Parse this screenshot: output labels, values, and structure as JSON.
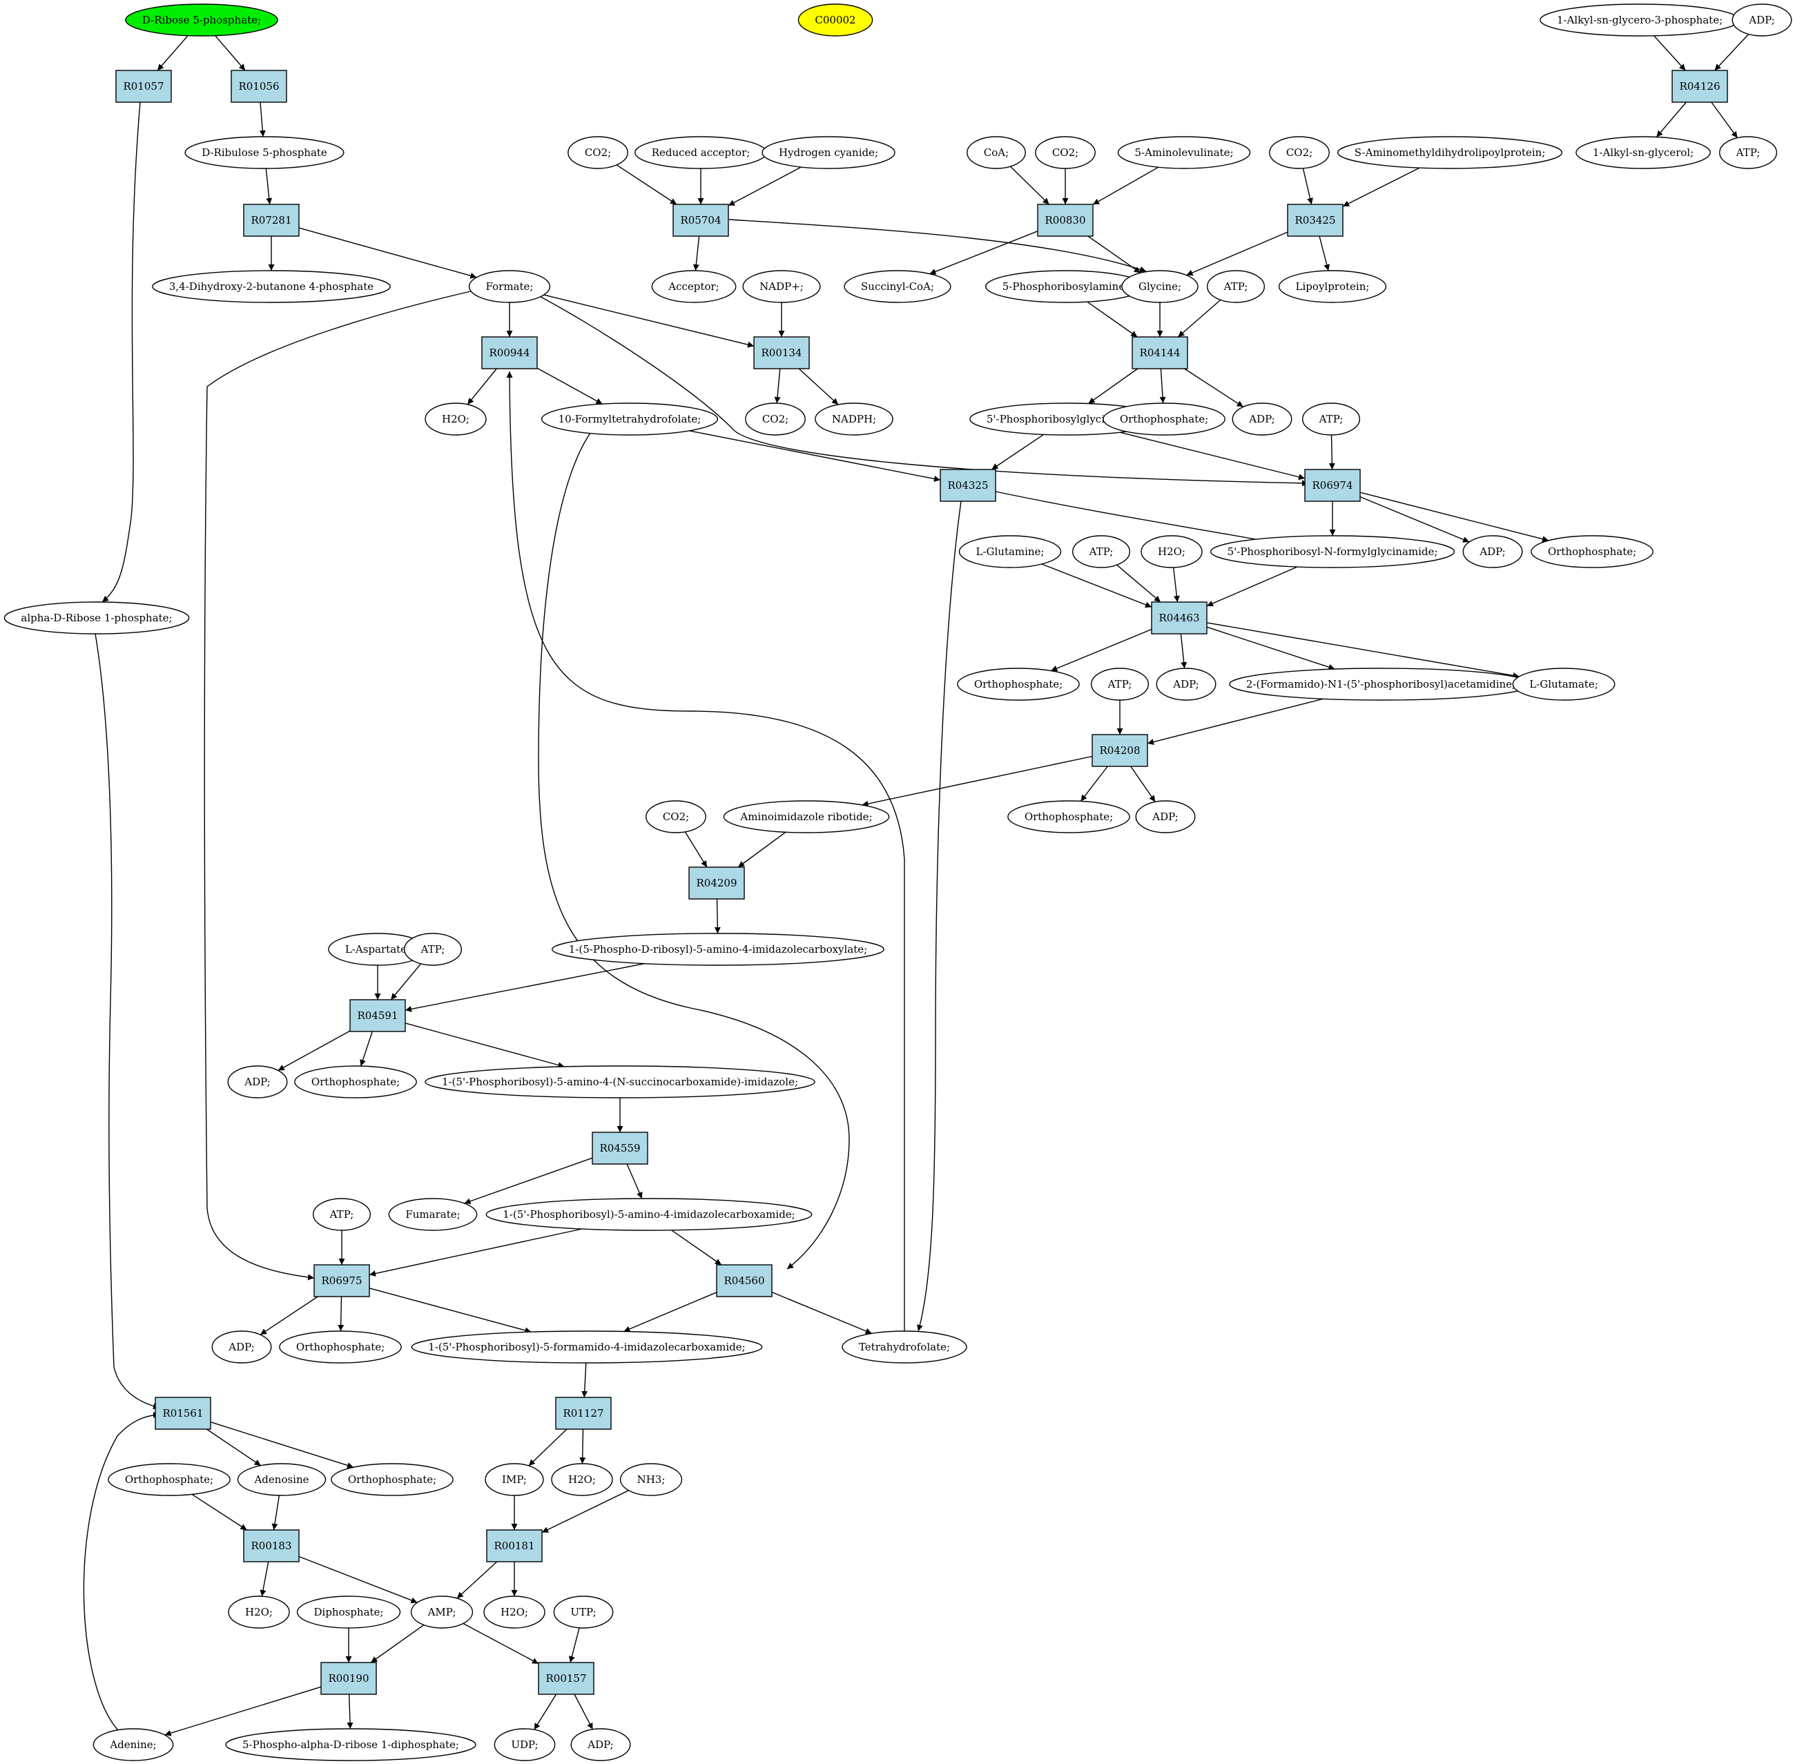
{
  "colors": {
    "highlight_green": "#00ee00",
    "highlight_yellow": "#ffff00",
    "reaction_fill": "#add8e6",
    "stroke": "#000000",
    "compound_fill": "#ffffff"
  },
  "nodes": [
    {
      "id": "c_rib5p",
      "label": "D-Ribose 5-phosphate;",
      "kind": "compound",
      "fill": "highlight_green"
    },
    {
      "id": "c_c00002",
      "label": "C00002",
      "kind": "compound",
      "fill": "highlight_yellow"
    },
    {
      "id": "c_alkyl3p",
      "label": "1-Alkyl-sn-glycero-3-phosphate;",
      "kind": "compound"
    },
    {
      "id": "c_adp_top",
      "label": "ADP;",
      "kind": "compound"
    },
    {
      "id": "r_R01057",
      "label": "R01057",
      "kind": "reaction"
    },
    {
      "id": "r_R01056",
      "label": "R01056",
      "kind": "reaction"
    },
    {
      "id": "r_R04126",
      "label": "R04126",
      "kind": "reaction"
    },
    {
      "id": "c_ribulose5p",
      "label": "D-Ribulose 5-phosphate",
      "kind": "compound"
    },
    {
      "id": "c_alkylglycerol",
      "label": "1-Alkyl-sn-glycerol;",
      "kind": "compound"
    },
    {
      "id": "c_atp_top",
      "label": "ATP;",
      "kind": "compound"
    },
    {
      "id": "c_co2_a",
      "label": "CO2;",
      "kind": "compound"
    },
    {
      "id": "c_redacc",
      "label": "Reduced acceptor;",
      "kind": "compound"
    },
    {
      "id": "c_hcn",
      "label": "Hydrogen cyanide;",
      "kind": "compound"
    },
    {
      "id": "c_coa",
      "label": "CoA;",
      "kind": "compound"
    },
    {
      "id": "c_co2_b",
      "label": "CO2;",
      "kind": "compound"
    },
    {
      "id": "c_5ala",
      "label": "5-Aminolevulinate;",
      "kind": "compound"
    },
    {
      "id": "c_co2_c",
      "label": "CO2;",
      "kind": "compound"
    },
    {
      "id": "c_samdlp",
      "label": "S-Aminomethyldihydrolipoylprotein;",
      "kind": "compound"
    },
    {
      "id": "r_R07281",
      "label": "R07281",
      "kind": "reaction"
    },
    {
      "id": "r_R05704",
      "label": "R05704",
      "kind": "reaction"
    },
    {
      "id": "r_R00830",
      "label": "R00830",
      "kind": "reaction"
    },
    {
      "id": "r_R03425",
      "label": "R03425",
      "kind": "reaction"
    },
    {
      "id": "c_dhbp",
      "label": "3,4-Dihydroxy-2-butanone 4-phosphate",
      "kind": "compound"
    },
    {
      "id": "c_formate",
      "label": "Formate;",
      "kind": "compound"
    },
    {
      "id": "c_acceptor",
      "label": "Acceptor;",
      "kind": "compound"
    },
    {
      "id": "c_nadp",
      "label": "NADP+;",
      "kind": "compound"
    },
    {
      "id": "c_succoa",
      "label": "Succinyl-CoA;",
      "kind": "compound"
    },
    {
      "id": "c_5pra",
      "label": "5-Phosphoribosylamine;",
      "kind": "compound"
    },
    {
      "id": "c_glycine",
      "label": "Glycine;",
      "kind": "compound"
    },
    {
      "id": "c_atp_g",
      "label": "ATP;",
      "kind": "compound"
    },
    {
      "id": "c_lipoyl",
      "label": "Lipoylprotein;",
      "kind": "compound"
    },
    {
      "id": "r_R00944",
      "label": "R00944",
      "kind": "reaction"
    },
    {
      "id": "r_R00134",
      "label": "R00134",
      "kind": "reaction"
    },
    {
      "id": "r_R04144",
      "label": "R04144",
      "kind": "reaction"
    },
    {
      "id": "c_h2o_a",
      "label": "H2O;",
      "kind": "compound"
    },
    {
      "id": "c_10fthf",
      "label": "10-Formyltetrahydrofolate;",
      "kind": "compound"
    },
    {
      "id": "c_co2_d",
      "label": "CO2;",
      "kind": "compound"
    },
    {
      "id": "c_nadph",
      "label": "NADPH;",
      "kind": "compound"
    },
    {
      "id": "c_gar",
      "label": "5'-Phosphoribosylglycinamide;",
      "kind": "compound"
    },
    {
      "id": "c_pi_a",
      "label": "Orthophosphate;",
      "kind": "compound"
    },
    {
      "id": "c_adp_a",
      "label": "ADP;",
      "kind": "compound"
    },
    {
      "id": "c_atp_h",
      "label": "ATP;",
      "kind": "compound"
    },
    {
      "id": "r_R04325",
      "label": "R04325",
      "kind": "reaction"
    },
    {
      "id": "r_R06974",
      "label": "R06974",
      "kind": "reaction"
    },
    {
      "id": "c_lgln",
      "label": "L-Glutamine;",
      "kind": "compound"
    },
    {
      "id": "c_atp_i",
      "label": "ATP;",
      "kind": "compound"
    },
    {
      "id": "c_h2o_b",
      "label": "H2O;",
      "kind": "compound"
    },
    {
      "id": "c_fgar",
      "label": "5'-Phosphoribosyl-N-formylglycinamide;",
      "kind": "compound"
    },
    {
      "id": "c_adp_b",
      "label": "ADP;",
      "kind": "compound"
    },
    {
      "id": "c_pi_b",
      "label": "Orthophosphate;",
      "kind": "compound"
    },
    {
      "id": "c_ar1p",
      "label": "alpha-D-Ribose 1-phosphate;",
      "kind": "compound"
    },
    {
      "id": "r_R04463",
      "label": "R04463",
      "kind": "reaction"
    },
    {
      "id": "c_pi_c",
      "label": "Orthophosphate;",
      "kind": "compound"
    },
    {
      "id": "c_adp_c",
      "label": "ADP;",
      "kind": "compound"
    },
    {
      "id": "c_fgam",
      "label": "2-(Formamido)-N1-(5'-phosphoribosyl)acetamidine;",
      "kind": "compound"
    },
    {
      "id": "c_lglu",
      "label": "L-Glutamate;",
      "kind": "compound"
    },
    {
      "id": "c_atp_j",
      "label": "ATP;",
      "kind": "compound"
    },
    {
      "id": "r_R04208",
      "label": "R04208",
      "kind": "reaction"
    },
    {
      "id": "c_co2_e",
      "label": "CO2;",
      "kind": "compound"
    },
    {
      "id": "c_air",
      "label": "Aminoimidazole ribotide;",
      "kind": "compound"
    },
    {
      "id": "c_pi_d",
      "label": "Orthophosphate;",
      "kind": "compound"
    },
    {
      "id": "c_adp_d",
      "label": "ADP;",
      "kind": "compound"
    },
    {
      "id": "r_R04209",
      "label": "R04209",
      "kind": "reaction"
    },
    {
      "id": "c_cair",
      "label": "1-(5-Phospho-D-ribosyl)-5-amino-4-imidazolecarboxylate;",
      "kind": "compound"
    },
    {
      "id": "c_lasp",
      "label": "L-Aspartate;",
      "kind": "compound"
    },
    {
      "id": "c_atp_k",
      "label": "ATP;",
      "kind": "compound"
    },
    {
      "id": "r_R04591",
      "label": "R04591",
      "kind": "reaction"
    },
    {
      "id": "c_adp_e",
      "label": "ADP;",
      "kind": "compound"
    },
    {
      "id": "c_pi_e",
      "label": "Orthophosphate;",
      "kind": "compound"
    },
    {
      "id": "c_saicar",
      "label": "1-(5'-Phosphoribosyl)-5-amino-4-(N-succinocarboxamide)-imidazole;",
      "kind": "compound"
    },
    {
      "id": "r_R04559",
      "label": "R04559",
      "kind": "reaction"
    },
    {
      "id": "c_atp_l",
      "label": "ATP;",
      "kind": "compound"
    },
    {
      "id": "c_fumarate",
      "label": "Fumarate;",
      "kind": "compound"
    },
    {
      "id": "c_aicar",
      "label": "1-(5'-Phosphoribosyl)-5-amino-4-imidazolecarboxamide;",
      "kind": "compound"
    },
    {
      "id": "r_R06975",
      "label": "R06975",
      "kind": "reaction"
    },
    {
      "id": "r_R04560",
      "label": "R04560",
      "kind": "reaction"
    },
    {
      "id": "c_adp_f",
      "label": "ADP;",
      "kind": "compound"
    },
    {
      "id": "c_pi_f",
      "label": "Orthophosphate;",
      "kind": "compound"
    },
    {
      "id": "c_faicar",
      "label": "1-(5'-Phosphoribosyl)-5-formamido-4-imidazolecarboxamide;",
      "kind": "compound"
    },
    {
      "id": "c_thf",
      "label": "Tetrahydrofolate;",
      "kind": "compound"
    },
    {
      "id": "r_R01561",
      "label": "R01561",
      "kind": "reaction"
    },
    {
      "id": "r_R01127",
      "label": "R01127",
      "kind": "reaction"
    },
    {
      "id": "c_pi_g",
      "label": "Orthophosphate;",
      "kind": "compound"
    },
    {
      "id": "c_adenosine",
      "label": "Adenosine",
      "kind": "compound"
    },
    {
      "id": "c_pi_h",
      "label": "Orthophosphate;",
      "kind": "compound"
    },
    {
      "id": "c_imp",
      "label": "IMP;",
      "kind": "compound"
    },
    {
      "id": "c_h2o_c",
      "label": "H2O;",
      "kind": "compound"
    },
    {
      "id": "c_nh3",
      "label": "NH3;",
      "kind": "compound"
    },
    {
      "id": "r_R00183",
      "label": "R00183",
      "kind": "reaction"
    },
    {
      "id": "r_R00181",
      "label": "R00181",
      "kind": "reaction"
    },
    {
      "id": "c_h2o_d",
      "label": "H2O;",
      "kind": "compound"
    },
    {
      "id": "c_diphos",
      "label": "Diphosphate;",
      "kind": "compound"
    },
    {
      "id": "c_amp",
      "label": "AMP;",
      "kind": "compound"
    },
    {
      "id": "c_h2o_e",
      "label": "H2O;",
      "kind": "compound"
    },
    {
      "id": "c_utp",
      "label": "UTP;",
      "kind": "compound"
    },
    {
      "id": "r_R00190",
      "label": "R00190",
      "kind": "reaction"
    },
    {
      "id": "r_R00157",
      "label": "R00157",
      "kind": "reaction"
    },
    {
      "id": "c_adenine",
      "label": "Adenine;",
      "kind": "compound"
    },
    {
      "id": "c_prpp",
      "label": "5-Phospho-alpha-D-ribose 1-diphosphate;",
      "kind": "compound"
    },
    {
      "id": "c_udp",
      "label": "UDP;",
      "kind": "compound"
    },
    {
      "id": "c_adp_g",
      "label": "ADP;",
      "kind": "compound"
    }
  ],
  "edges": [
    [
      "c_rib5p",
      "r_R01057"
    ],
    [
      "c_rib5p",
      "r_R01056"
    ],
    [
      "r_R01056",
      "c_ribulose5p"
    ],
    [
      "r_R01057",
      "c_ar1p"
    ],
    [
      "c_alkyl3p",
      "r_R04126"
    ],
    [
      "c_adp_top",
      "r_R04126"
    ],
    [
      "r_R04126",
      "c_alkylglycerol"
    ],
    [
      "r_R04126",
      "c_atp_top"
    ],
    [
      "c_ribulose5p",
      "r_R07281"
    ],
    [
      "r_R07281",
      "c_dhbp"
    ],
    [
      "r_R07281",
      "c_formate"
    ],
    [
      "c_co2_a",
      "r_R05704"
    ],
    [
      "c_redacc",
      "r_R05704"
    ],
    [
      "c_hcn",
      "r_R05704"
    ],
    [
      "r_R05704",
      "c_acceptor"
    ],
    [
      "r_R05704",
      "c_glycine"
    ],
    [
      "c_coa",
      "r_R00830"
    ],
    [
      "c_co2_b",
      "r_R00830"
    ],
    [
      "c_5ala",
      "r_R00830"
    ],
    [
      "r_R00830",
      "c_succoa"
    ],
    [
      "r_R00830",
      "c_glycine"
    ],
    [
      "c_co2_c",
      "r_R03425"
    ],
    [
      "c_samdlp",
      "r_R03425"
    ],
    [
      "r_R03425",
      "c_glycine"
    ],
    [
      "r_R03425",
      "c_lipoyl"
    ],
    [
      "c_formate",
      "r_R00944"
    ],
    [
      "c_formate",
      "r_R00134"
    ],
    [
      "c_formate",
      "r_R06974"
    ],
    [
      "c_formate",
      "r_R06975"
    ],
    [
      "c_nadp",
      "r_R00134"
    ],
    [
      "r_R00134",
      "c_co2_d"
    ],
    [
      "r_R00134",
      "c_nadph"
    ],
    [
      "r_R00944",
      "c_h2o_a"
    ],
    [
      "r_R00944",
      "c_10fthf"
    ],
    [
      "c_5pra",
      "r_R04144"
    ],
    [
      "c_glycine",
      "r_R04144"
    ],
    [
      "c_atp_g",
      "r_R04144"
    ],
    [
      "r_R04144",
      "c_gar"
    ],
    [
      "r_R04144",
      "c_pi_a"
    ],
    [
      "r_R04144",
      "c_adp_a"
    ],
    [
      "c_gar",
      "r_R04325"
    ],
    [
      "c_10fthf",
      "r_R04325"
    ],
    [
      "c_10fthf",
      "r_R04560"
    ],
    [
      "c_gar",
      "r_R06974"
    ],
    [
      "c_atp_h",
      "r_R06974"
    ],
    [
      "r_R04325",
      "c_fgar"
    ],
    [
      "r_R04325",
      "c_thf"
    ],
    [
      "r_R06974",
      "c_fgar"
    ],
    [
      "r_R06974",
      "c_adp_b"
    ],
    [
      "r_R06974",
      "c_pi_b"
    ],
    [
      "c_lgln",
      "r_R04463"
    ],
    [
      "c_atp_i",
      "r_R04463"
    ],
    [
      "c_h2o_b",
      "r_R04463"
    ],
    [
      "c_fgar",
      "r_R04463"
    ],
    [
      "r_R04463",
      "c_pi_c"
    ],
    [
      "r_R04463",
      "c_adp_c"
    ],
    [
      "r_R04463",
      "c_fgam"
    ],
    [
      "r_R04463",
      "c_lglu"
    ],
    [
      "c_atp_j",
      "r_R04208"
    ],
    [
      "c_fgam",
      "r_R04208"
    ],
    [
      "r_R04208",
      "c_air"
    ],
    [
      "r_R04208",
      "c_pi_d"
    ],
    [
      "r_R04208",
      "c_adp_d"
    ],
    [
      "c_co2_e",
      "r_R04209"
    ],
    [
      "c_air",
      "r_R04209"
    ],
    [
      "r_R04209",
      "c_cair"
    ],
    [
      "c_lasp",
      "r_R04591"
    ],
    [
      "c_atp_k",
      "r_R04591"
    ],
    [
      "c_cair",
      "r_R04591"
    ],
    [
      "r_R04591",
      "c_adp_e"
    ],
    [
      "r_R04591",
      "c_pi_e"
    ],
    [
      "r_R04591",
      "c_saicar"
    ],
    [
      "c_saicar",
      "r_R04559"
    ],
    [
      "r_R04559",
      "c_fumarate"
    ],
    [
      "r_R04559",
      "c_aicar"
    ],
    [
      "c_atp_l",
      "r_R06975"
    ],
    [
      "c_aicar",
      "r_R06975"
    ],
    [
      "c_aicar",
      "r_R04560"
    ],
    [
      "r_R06975",
      "c_adp_f"
    ],
    [
      "r_R06975",
      "c_pi_f"
    ],
    [
      "r_R06975",
      "c_faicar"
    ],
    [
      "r_R04560",
      "c_faicar"
    ],
    [
      "r_R04560",
      "c_thf"
    ],
    [
      "c_thf",
      "r_R00944"
    ],
    [
      "c_ar1p",
      "r_R01561"
    ],
    [
      "c_adenine",
      "r_R01561"
    ],
    [
      "r_R01561",
      "c_adenosine"
    ],
    [
      "r_R01561",
      "c_pi_h"
    ],
    [
      "c_faicar",
      "r_R01127"
    ],
    [
      "r_R01127",
      "c_imp"
    ],
    [
      "r_R01127",
      "c_h2o_c"
    ],
    [
      "c_pi_g",
      "r_R00183"
    ],
    [
      "c_adenosine",
      "r_R00183"
    ],
    [
      "r_R00183",
      "c_h2o_d"
    ],
    [
      "r_R00183",
      "c_amp"
    ],
    [
      "c_imp",
      "r_R00181"
    ],
    [
      "c_nh3",
      "r_R00181"
    ],
    [
      "r_R00181",
      "c_amp"
    ],
    [
      "r_R00181",
      "c_h2o_e"
    ],
    [
      "c_diphos",
      "r_R00190"
    ],
    [
      "c_amp",
      "r_R00190"
    ],
    [
      "r_R00190",
      "c_adenine"
    ],
    [
      "r_R00190",
      "c_prpp"
    ],
    [
      "c_amp",
      "r_R00157"
    ],
    [
      "c_utp",
      "r_R00157"
    ],
    [
      "r_R00157",
      "c_udp"
    ],
    [
      "r_R00157",
      "c_adp_g"
    ]
  ]
}
